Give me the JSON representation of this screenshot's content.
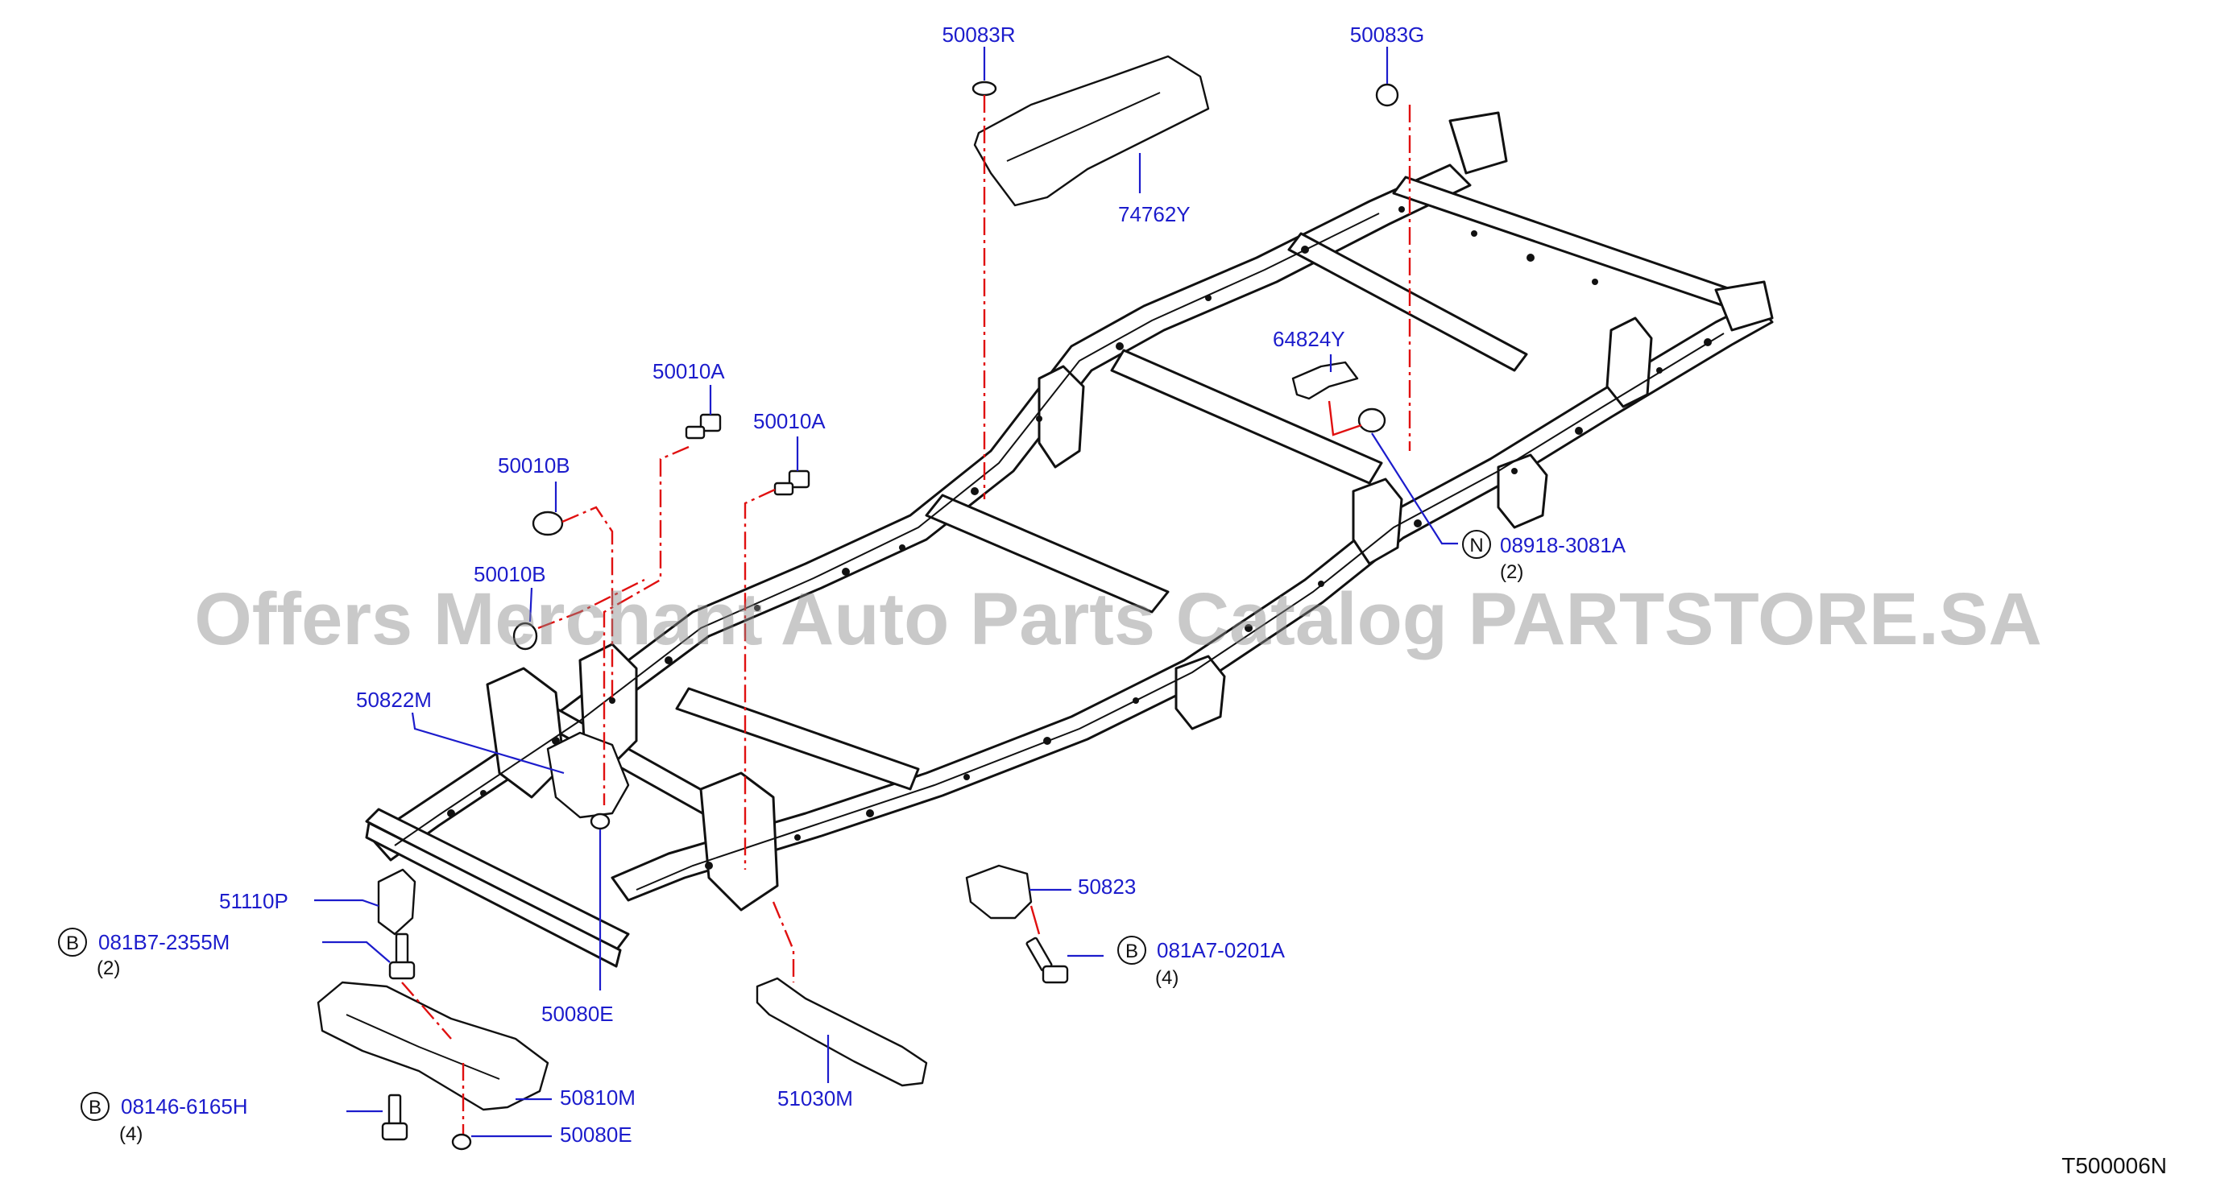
{
  "watermark": "Offers Merchant Auto Parts Catalog PARTSTORE.SA",
  "diagram_ref": "T500006N",
  "colors": {
    "label": "#1c1ccc",
    "guide": "#e01010",
    "line": "#111111"
  },
  "callouts": {
    "p50083R": "50083R",
    "p50083G": "50083G",
    "p74762Y": "74762Y",
    "p64824Y": "64824Y",
    "p50010A_1": "50010A",
    "p50010A_2": "50010A",
    "p50010B_1": "50010B",
    "p50010B_2": "50010B",
    "p08918": "08918-3081A",
    "p08918_qty": "(2)",
    "p08918_sym": "N",
    "p50822M": "50822M",
    "p51110P": "51110P",
    "p081B7": "081B7-2355M",
    "p081B7_qty": "(2)",
    "p081B7_sym": "B",
    "p50080E_1": "50080E",
    "p50823": "50823",
    "p081A7": "081A7-0201A",
    "p081A7_qty": "(4)",
    "p081A7_sym": "B",
    "p08146": "08146-6165H",
    "p08146_qty": "(4)",
    "p08146_sym": "B",
    "p50810M": "50810M",
    "p50080E_2": "50080E",
    "p51030M": "51030M"
  }
}
